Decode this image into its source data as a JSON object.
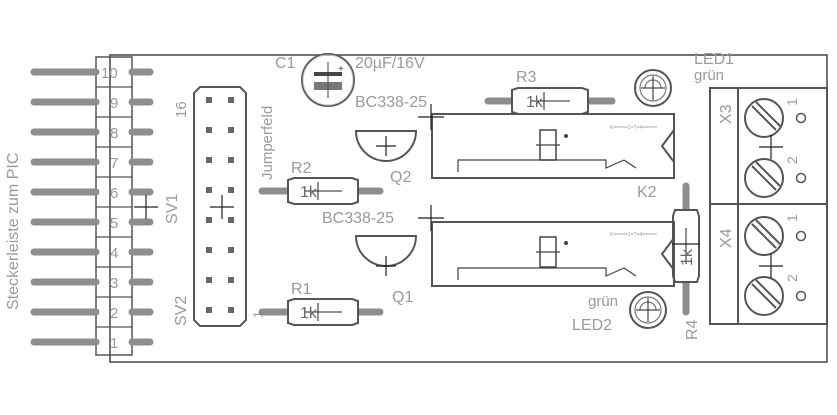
{
  "board": {
    "header_label": "Steckerleiste zum PIC",
    "sv1": "SV1",
    "sv2": "SV2",
    "jumper_label": "Jumperfeld",
    "jumper_top_pin": "16",
    "jumper_bottom_pin": "1",
    "pins": [
      "10",
      "9",
      "8",
      "7",
      "6",
      "5",
      "4",
      "3",
      "2",
      "1"
    ]
  },
  "components": {
    "c1": {
      "name": "C1",
      "value": "20µF/16V"
    },
    "q2": {
      "name": "Q2",
      "type": "BC338-25"
    },
    "q1": {
      "name": "Q1",
      "type": "BC338-25"
    },
    "r1": {
      "name": "R1",
      "value": "1k"
    },
    "r2": {
      "name": "R2",
      "value": "1k"
    },
    "r3": {
      "name": "R3",
      "value": "1k"
    },
    "r4": {
      "name": "R4",
      "value": "1k"
    },
    "k2": {
      "name": "K2"
    },
    "led1": {
      "name": "LED1",
      "color": "grün"
    },
    "led2": {
      "name": "LED2",
      "color": "grün"
    },
    "x3": {
      "name": "X3",
      "pin1": "1",
      "pin2": "2"
    },
    "x4": {
      "name": "X4",
      "pin1": "1",
      "pin2": "2"
    }
  }
}
